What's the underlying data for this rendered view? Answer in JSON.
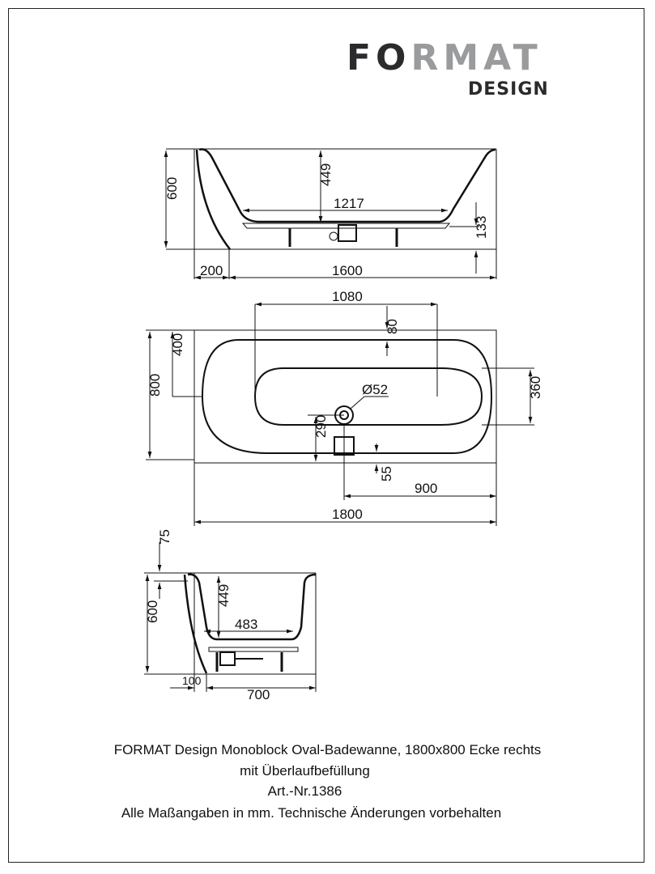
{
  "logo": {
    "main_dark": "FO",
    "main_light": "RMAT",
    "sub": "DESIGN"
  },
  "side_view": {
    "height": "600",
    "depth": "449",
    "bottom_length": "1217",
    "foot_height": "133",
    "offset": "200",
    "length": "1600"
  },
  "plan_view": {
    "inner_length": "1080",
    "rim": "80",
    "half_width": "400",
    "width": "800",
    "drain_diameter": "Ø52",
    "inner_width": "360",
    "drain_offset": "290",
    "overflow_offset": "55",
    "drain_position": "900",
    "length": "1800"
  },
  "end_view": {
    "rim": "75",
    "height": "600",
    "depth": "449",
    "bottom_width": "483",
    "offset": "100",
    "width": "700"
  },
  "caption": {
    "line1": "FORMAT Design Monoblock Oval-Badewanne, 1800x800 Ecke rechts",
    "line2": "mit Überlaufbefüllung",
    "line3": "Art.-Nr.1386",
    "line4": "Alle Maßangaben in mm. Technische Änderungen vorbehalten"
  },
  "colors": {
    "logo_dark": "#2b2a2c",
    "logo_light": "#9a9b9d",
    "line": "#111111"
  }
}
